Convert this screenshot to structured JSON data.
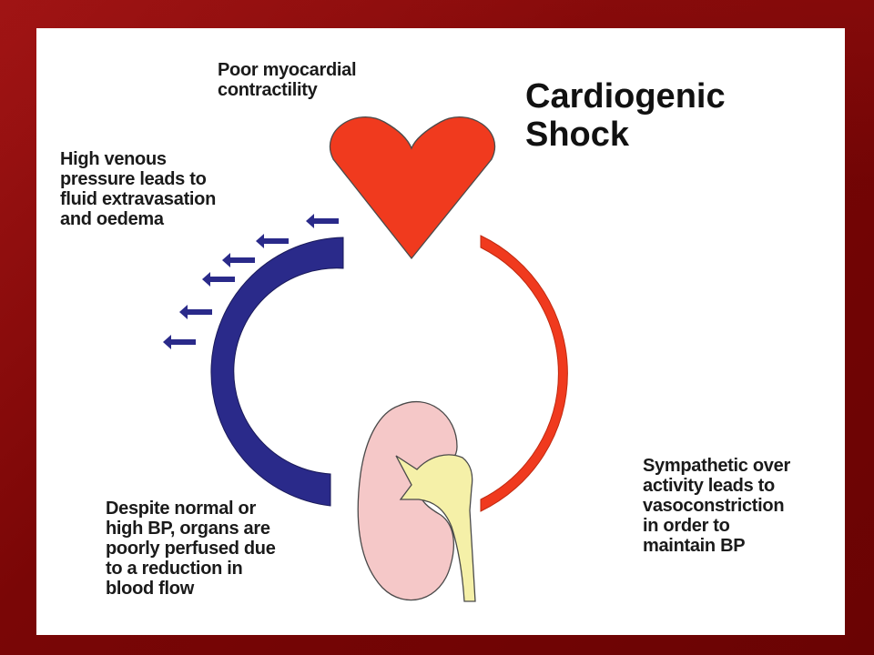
{
  "diagram": {
    "title": "Cardiogenic\nShock",
    "labels": {
      "heart": "Poor myocardial\ncontractility",
      "venous": "High venous\npressure leads to\nfluid extravasation\nand oedema",
      "perfusion": "Despite normal or\nhigh BP, organs are\npoorly perfused due\nto a reduction in\nblood flow",
      "sympathetic": "Sympathetic over\nactivity leads to\nvasoconstriction\nin order to\nmaintain BP"
    },
    "colors": {
      "heart": "#f03a1e",
      "arterial_arc": "#f03a1e",
      "venous_arc": "#2a2a8a",
      "arrows": "#2a2a8a",
      "kidney": "#f5c8c8",
      "ureter": "#f5f0a8",
      "outline": "#4a4a4a"
    },
    "icons": [
      "heart-icon",
      "kidney-icon",
      "ureter-icon",
      "extravasation-arrow-icon"
    ]
  }
}
